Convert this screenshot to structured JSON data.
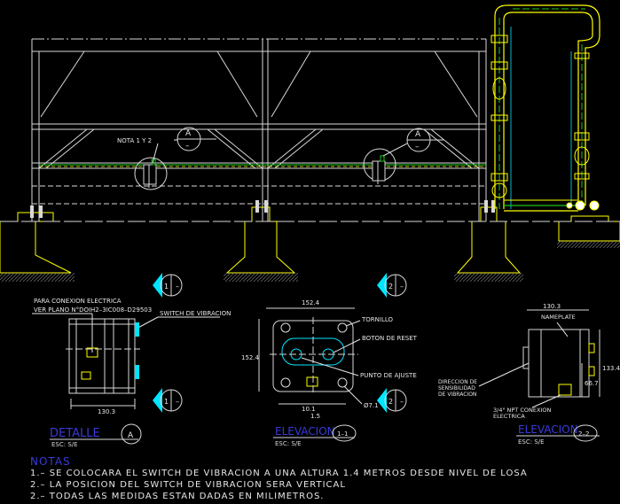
{
  "colors": {
    "background": "#000000",
    "structure": "#d8d8d8",
    "pipe": "#ffff00",
    "green": "#19c819",
    "cyan": "#00e5ff",
    "title_blue": "#3a3ad8",
    "gray": "#8a8a8a"
  },
  "callouts": {
    "nota": "NOTA 1 Y 2",
    "bubble_a": "A",
    "bubble_dash": "–",
    "sec_1": "1",
    "sec_2": "2"
  },
  "detail_view": {
    "label_conexion": "PARA CONEXION ELECTRICA",
    "label_plano": "VER PLANO N°DOIH2–3IC008–D29503",
    "label_switch": "SWITCH DE VIBRACION",
    "dim_width": "130.3",
    "title": "DETALLE",
    "scale": "ESC: S/E",
    "tag": "A"
  },
  "elev_1": {
    "dim_top": "152.4",
    "dim_side": "152.4",
    "label_tornillo": "TORNILLO",
    "label_boton": "BOTON DE RESET",
    "label_punto": "PUNTO DE AJUSTE",
    "label_diam": "Ø7.1",
    "dim_bottom_a": "10.1",
    "dim_bottom_b": "1.5",
    "title": "ELEVACION",
    "scale": "ESC: S/E",
    "tag": "1–1"
  },
  "elev_2": {
    "dim_top": "130.3",
    "label_nameplate": "NAMEPLATE",
    "dim_side": "133.4",
    "dim_inner": "66.7",
    "label_dir_1": "DIRECCION DE",
    "label_dir_2": "SENSIBILIDAD",
    "label_dir_3": "DE VIBRACION",
    "label_npt_1": "3/4\" NPT CONEXION",
    "label_npt_2": "ELECTRICA",
    "title": "ELEVACION",
    "scale": "ESC: S/E",
    "tag": "2–2"
  },
  "notes": {
    "title": "NOTAS",
    "lines": [
      "1.– SE COLOCARA EL SWITCH DE VIBRACION A UNA ALTURA 1.4 METROS DESDE NIVEL DE LOSA",
      "2.– LA POSICION DEL SWITCH DE VIBRACION SERA VERTICAL",
      "2.– TODAS LAS MEDIDAS ESTAN DADAS EN MILIMETROS."
    ]
  }
}
